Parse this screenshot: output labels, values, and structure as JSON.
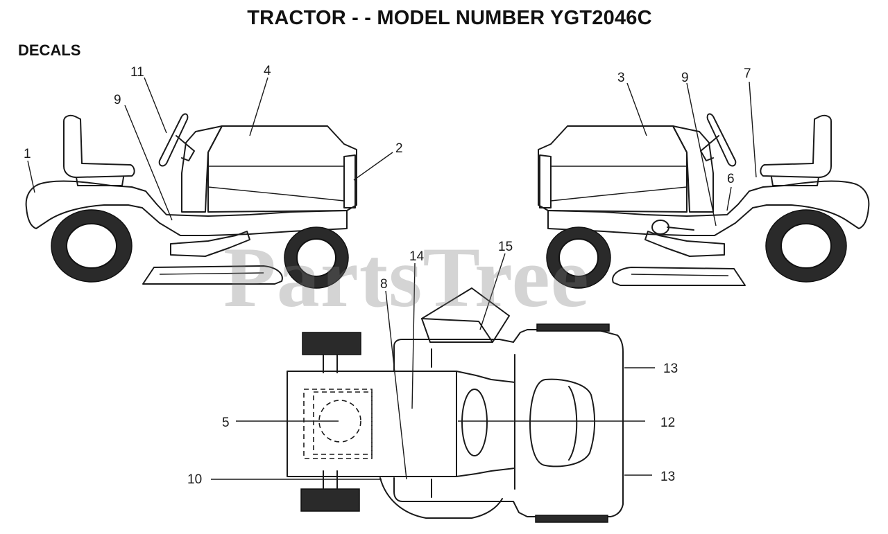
{
  "title": "TRACTOR - - MODEL NUMBER YGT2046C",
  "section": "DECALS",
  "watermark": "PartsTree",
  "callouts": {
    "left_1": "1",
    "left_9": "9",
    "left_11": "11",
    "left_4": "4",
    "left_2": "2",
    "right_3": "3",
    "right_9": "9",
    "right_7": "7",
    "right_6": "6",
    "top_8": "8",
    "top_14": "14",
    "top_15": "15",
    "top_13a": "13",
    "top_12": "12",
    "top_5": "5",
    "top_10": "10",
    "top_13b": "13"
  }
}
